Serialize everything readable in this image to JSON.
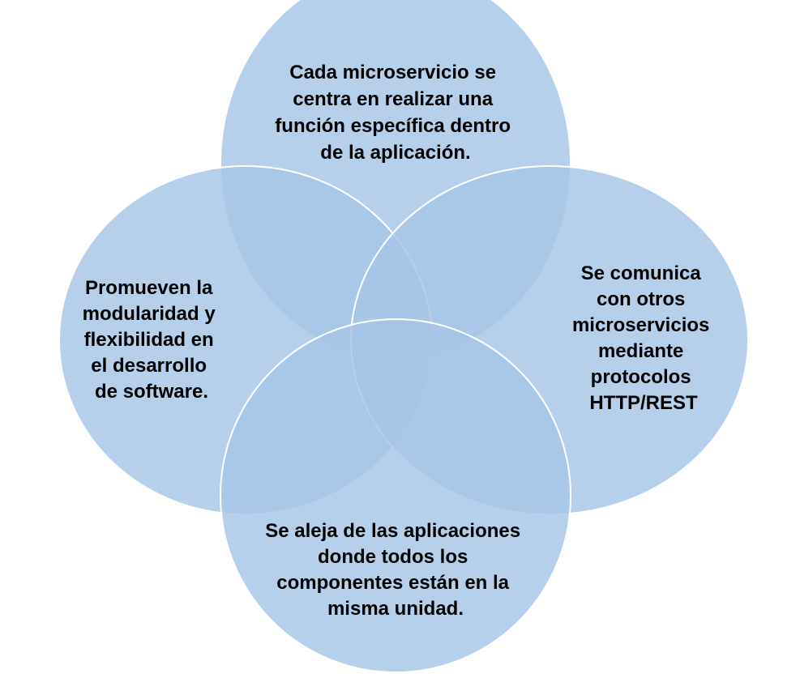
{
  "diagram": {
    "type": "venn",
    "colors": {
      "circle_fill": "#a6c4e5",
      "circle_stroke": "#ffffff",
      "text": "#000000"
    },
    "circles": [
      {
        "id": "top",
        "lines": [
          "Cada microservicio se",
          "centra en realizar una",
          "función específica dentro",
          "de la aplicación."
        ]
      },
      {
        "id": "left",
        "lines": [
          "Promueven la",
          "modularidad  y",
          "flexibilidad  en",
          "el desarrollo",
          "de software."
        ]
      },
      {
        "id": "right",
        "lines": [
          "Se comunica",
          "con otros",
          "microservicios",
          "mediante",
          "protocolos",
          "HTTP/REST"
        ]
      },
      {
        "id": "bottom",
        "lines": [
          "Se aleja de  las aplicaciones",
          "donde todos los",
          "componentes están en la",
          "misma unidad."
        ]
      }
    ]
  }
}
